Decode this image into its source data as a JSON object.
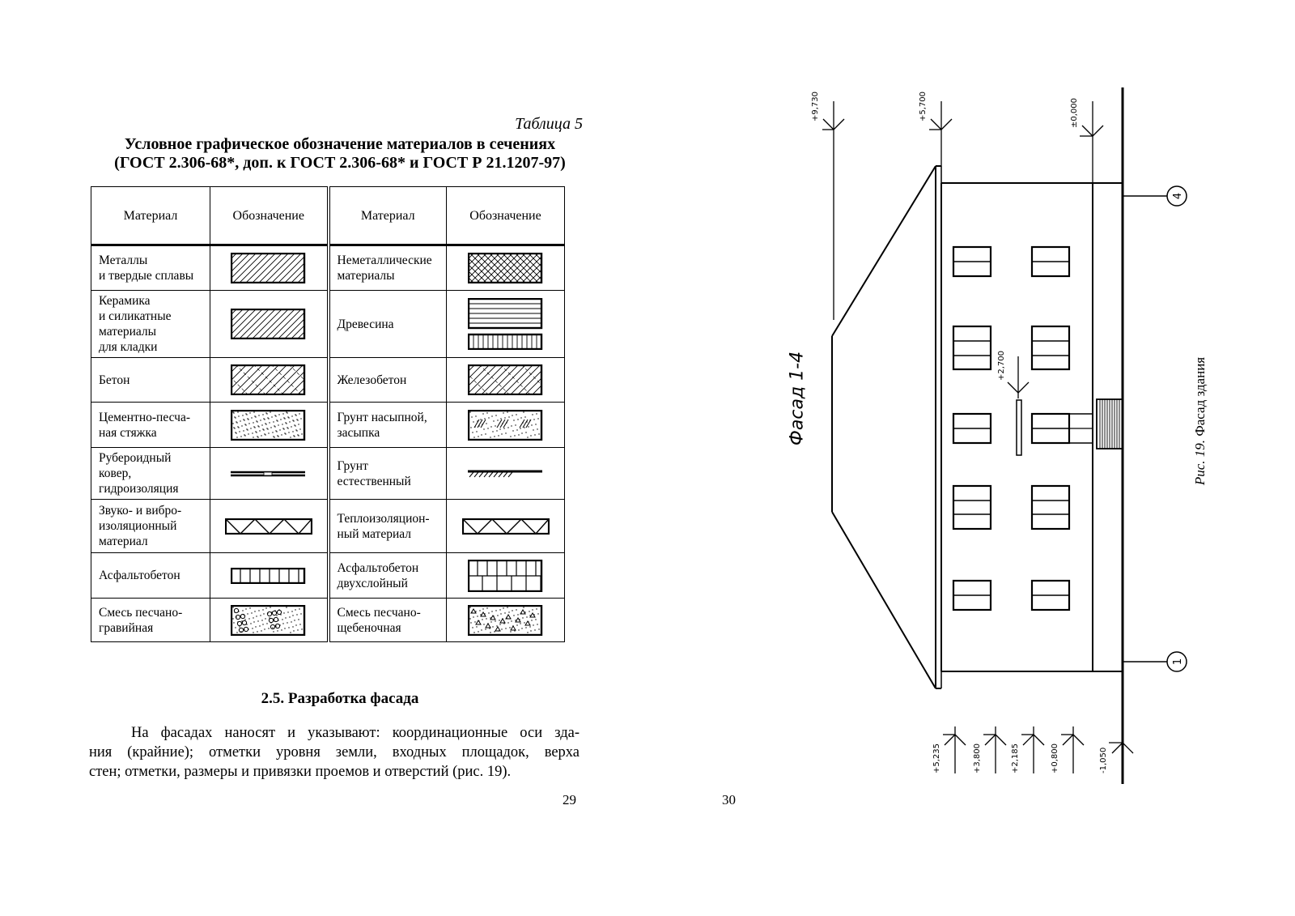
{
  "left_page": {
    "table_caption": "Таблица 5",
    "table_title_line1": "Условное графическое обозначение материалов в сечениях",
    "table_title_line2": "(ГОСТ 2.306-68*, доп. к ГОСТ 2.306-68* и ГОСТ Р 21.1207-97)",
    "headers": [
      "Материал",
      "Обозначение",
      "Материал",
      "Обозначение"
    ],
    "rows": [
      {
        "left_lines": [
          "Металлы",
          "и твердые сплавы"
        ],
        "left_symbol": "hatch-diagonal",
        "right_lines": [
          "Неметаллические",
          "материалы"
        ],
        "right_symbol": "hatch-cross"
      },
      {
        "left_lines": [
          "Керамика",
          "и силикатные",
          "материалы",
          "для кладки"
        ],
        "left_symbol": "hatch-diagonal",
        "right_lines": [
          "Древесина"
        ],
        "right_symbol": "wood"
      },
      {
        "left_lines": [
          "Бетон"
        ],
        "left_symbol": "concrete",
        "right_lines": [
          "Железобетон"
        ],
        "right_symbol": "reinforced-concrete"
      },
      {
        "left_lines": [
          "Цементно-песча-",
          "ная стяжка"
        ],
        "left_symbol": "dotted-fill",
        "right_lines": [
          "Грунт насыпной,",
          "засыпка"
        ],
        "right_symbol": "backfill"
      },
      {
        "left_lines": [
          "Рубероидный",
          "ковер,",
          "гидроизоляция"
        ],
        "left_symbol": "roofing-line",
        "right_lines": [
          "Грунт",
          "естественный"
        ],
        "right_symbol": "natural-ground"
      },
      {
        "left_lines": [
          "Звуко- и вибро-",
          "изоляционный",
          "материал"
        ],
        "left_symbol": "zigzag",
        "right_lines": [
          "Теплоизоляцион-",
          "ный материал"
        ],
        "right_symbol": "zigzag"
      },
      {
        "left_lines": [
          "Асфальтобетон"
        ],
        "left_symbol": "asphalt",
        "right_lines": [
          "Асфальтобетон",
          "двухслойный"
        ],
        "right_symbol": "asphalt-double"
      },
      {
        "left_lines": [
          "Смесь песчано-",
          "гравийная"
        ],
        "left_symbol": "gravel-mix",
        "right_lines": [
          "Смесь песчано-",
          "щебеночная"
        ],
        "right_symbol": "crushed-stone-mix"
      }
    ],
    "section_heading": "2.5. Разработка фасада",
    "paragraph_lines": [
      "На фасадах наносят и указывают: координационные оси зда-",
      "ния (крайние); отметки уровня земли, входных площадок, верха",
      "стен; отметки, размеры и привязки проемов и отверстий (рис. 19)."
    ],
    "page_number": "29"
  },
  "right_page": {
    "page_number": "30",
    "facade_title": "Фасад 1-4",
    "figure_caption_prefix": "Рис. 19.",
    "figure_caption_text": "Фасад здания",
    "axis_labels": [
      "4",
      "1"
    ],
    "top_elevations": [
      "+9,730",
      "+5,700",
      "±0,000"
    ],
    "mid_elevation": "+2,700",
    "bottom_elevations": [
      "+5,235",
      "+3,800",
      "+2,185",
      "+0,800",
      "-1,050"
    ]
  }
}
